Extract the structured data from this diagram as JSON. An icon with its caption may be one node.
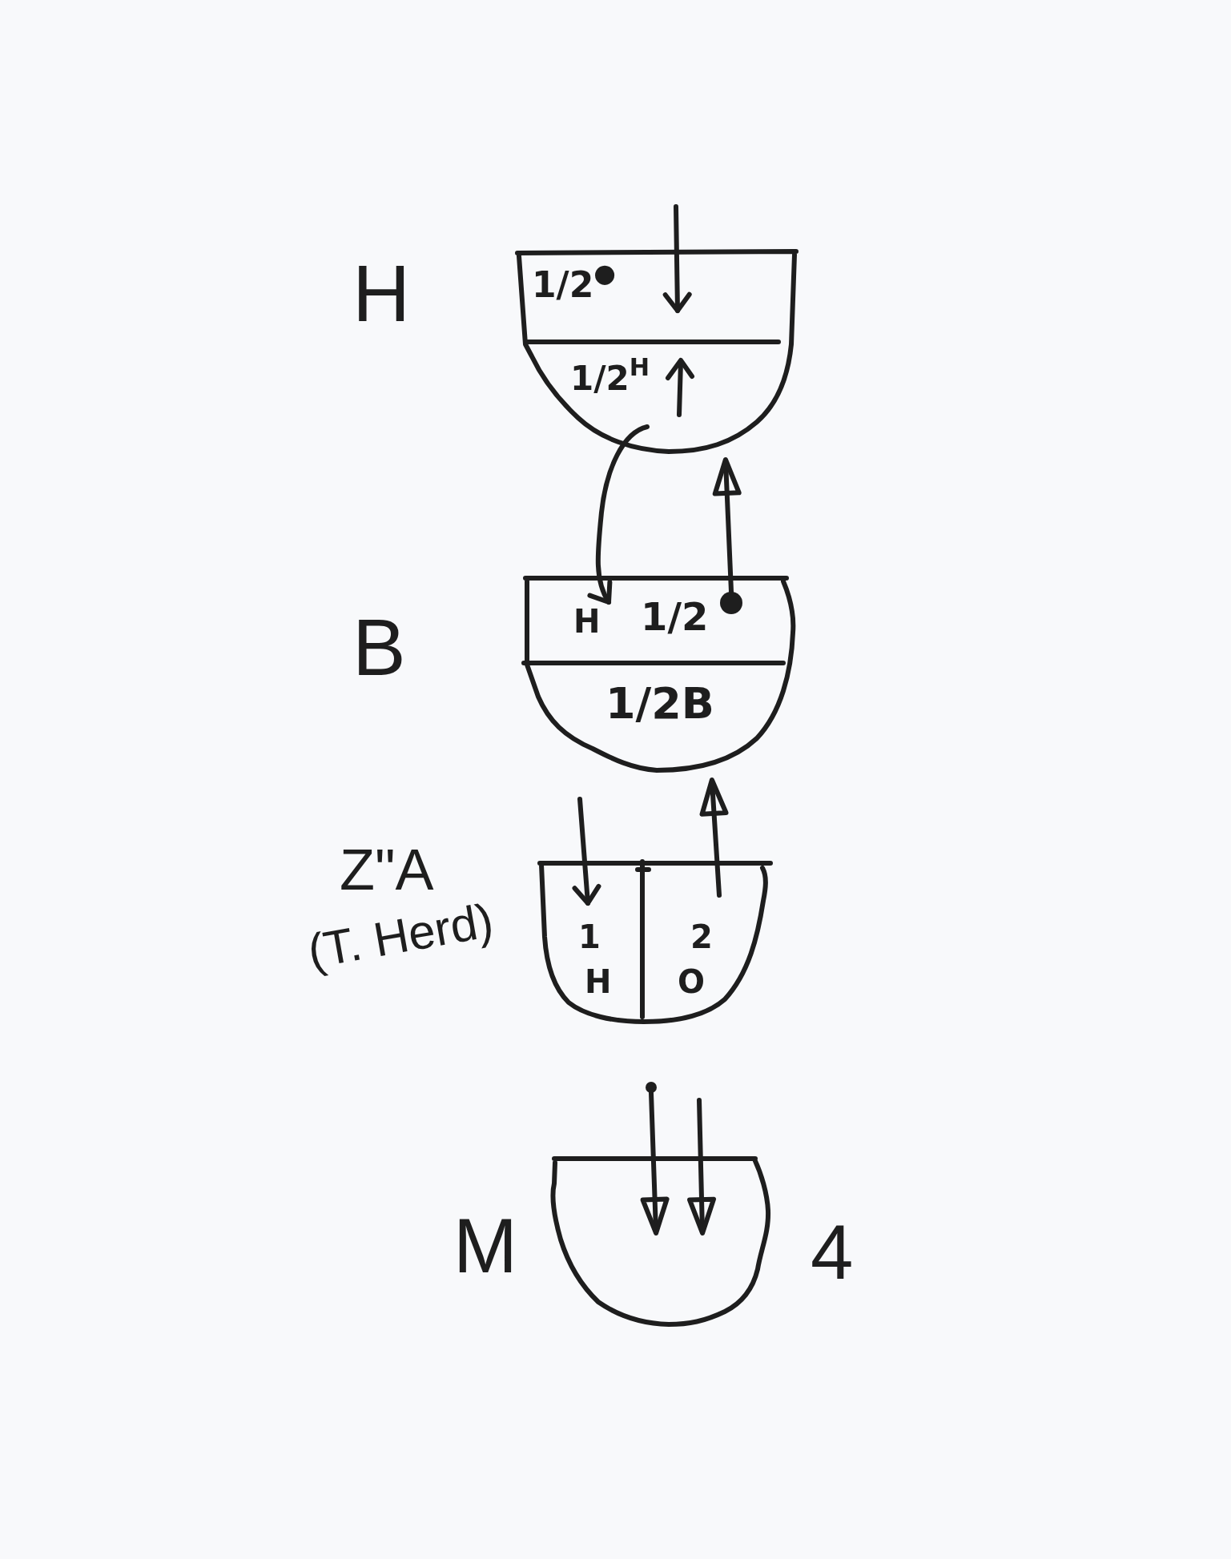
{
  "diagram": {
    "nodes": [
      {
        "text": [
          "H"
        ]
      },
      {
        "text": [
          "1/2$^{●}$"
        ],
        "in": 0
      },
      {
        "text": [
          "1/2$^{H}$"
        ],
        "in": 0
      },
      {
        "text": [
          "B"
        ]
      },
      {
        "text": [
          "H",
          "1/2"
        ],
        "in": 3
      },
      {
        "text": [],
        "shape": "circle",
        "in": 4
      },
      {
        "text": [
          "1/2B"
        ],
        "in": 3
      },
      {
        "text": [
          "Z\"A",
          "(T. Herd)"
        ]
      },
      {
        "text": [
          "1",
          "H"
        ],
        "in": 7
      },
      {
        "text": [
          "2",
          "O"
        ],
        "in": 7
      },
      {
        "text": [],
        "shape": "circle"
      },
      {
        "text": [
          "M"
        ],
        "beside": [
          "4"
        ]
      }
    ],
    "edges": [
      {
        "from": null,
        "to": 1,
        "arrow": "to"
      },
      {
        "from": 2,
        "to": 4,
        "arrow": "to"
      },
      {
        "from": 5,
        "to": 0,
        "arrow": "to"
      },
      {
        "from": null,
        "to": 8,
        "arrow": "to"
      },
      {
        "from": 9,
        "to": 3,
        "arrow": "to"
      },
      {
        "from": 10,
        "to": 11,
        "arrow": "to"
      },
      {
        "from": null,
        "to": 11,
        "arrow": "to"
      }
    ]
  }
}
